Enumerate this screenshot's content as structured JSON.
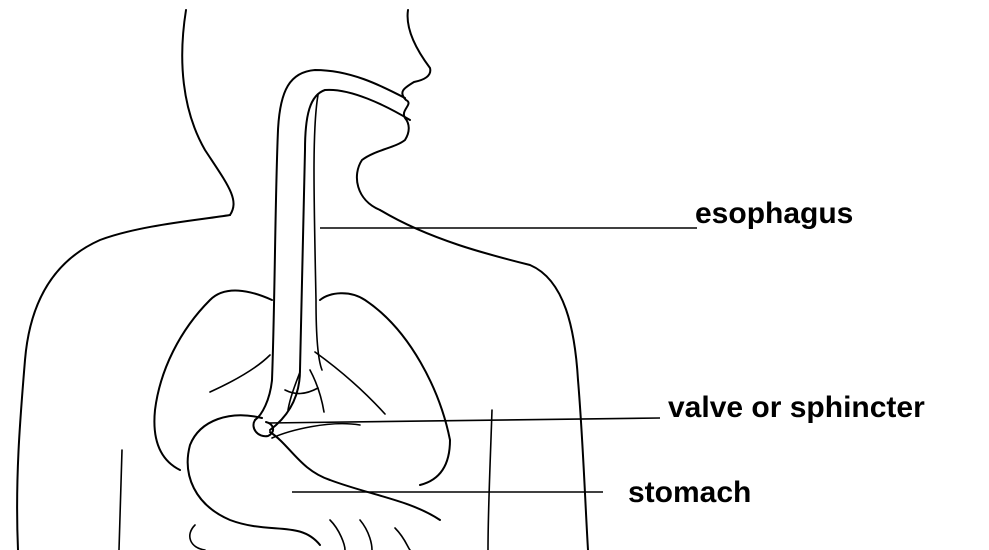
{
  "labels": {
    "esophagus": "esophagus",
    "valve": "valve or sphincter",
    "stomach": "stomach"
  },
  "style": {
    "line_color": "#000000",
    "background": "#ffffff"
  }
}
